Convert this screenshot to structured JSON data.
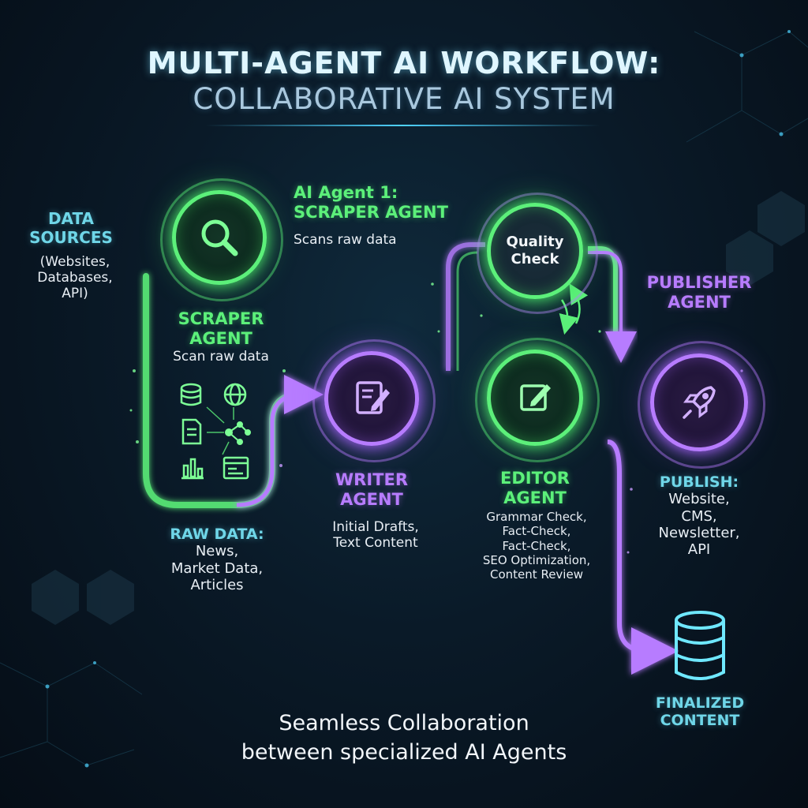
{
  "title": {
    "line1": "MULTI-AGENT AI WORKFLOW:",
    "line2": "COLLABORATIVE AI SYSTEM"
  },
  "data_sources": {
    "title_line1": "DATA",
    "title_line2": "SOURCES",
    "detail_lines": [
      "(Websites,",
      "Databases,",
      "API)"
    ]
  },
  "agent1": {
    "title_line1": "AI Agent 1:",
    "title_line2": "SCRAPER AGENT",
    "subtitle": "Scans raw data"
  },
  "scraper": {
    "title_line1": "SCRAPER",
    "title_line2": "AGENT",
    "subtitle": "Scan raw data",
    "icon": "search-icon"
  },
  "raw_data": {
    "title": "RAW DATA:",
    "detail_lines": [
      "News,",
      "Market Data,",
      "Articles"
    ],
    "icons": [
      "database-icon",
      "globe-icon",
      "document-icon",
      "network-icon",
      "bar-chart-icon",
      "browser-window-icon"
    ]
  },
  "writer": {
    "title_line1": "WRITER",
    "title_line2": "AGENT",
    "detail_lines": [
      "Initial Drafts,",
      "Text Content"
    ],
    "icon": "document-pen-icon"
  },
  "quality_check": {
    "line1": "Quality",
    "line2": "Check"
  },
  "editor": {
    "title_line1": "EDITOR",
    "title_line2": "AGENT",
    "detail_lines": [
      "Grammar Check,",
      "Fact-Check,",
      "Fact-Check,",
      "SEO Optimization,",
      "Content Review"
    ],
    "icon": "edit-pen-icon"
  },
  "publisher": {
    "title_line1": "PUBLISHER",
    "title_line2": "AGENT",
    "icon": "rocket-icon"
  },
  "publish": {
    "title": "PUBLISH:",
    "detail_lines": [
      "Website,",
      "CMS,",
      "Newsletter,",
      "API"
    ]
  },
  "finalized": {
    "line1": "FINALIZED",
    "line2": "CONTENT",
    "icon": "database-stack-icon"
  },
  "tagline": {
    "line1": "Seamless Collaboration",
    "line2": "between specialized AI Agents"
  },
  "colors": {
    "green": "#5cf07a",
    "purple": "#b77cff",
    "cyan": "#6fd6e8",
    "background": "#0a1a28"
  }
}
